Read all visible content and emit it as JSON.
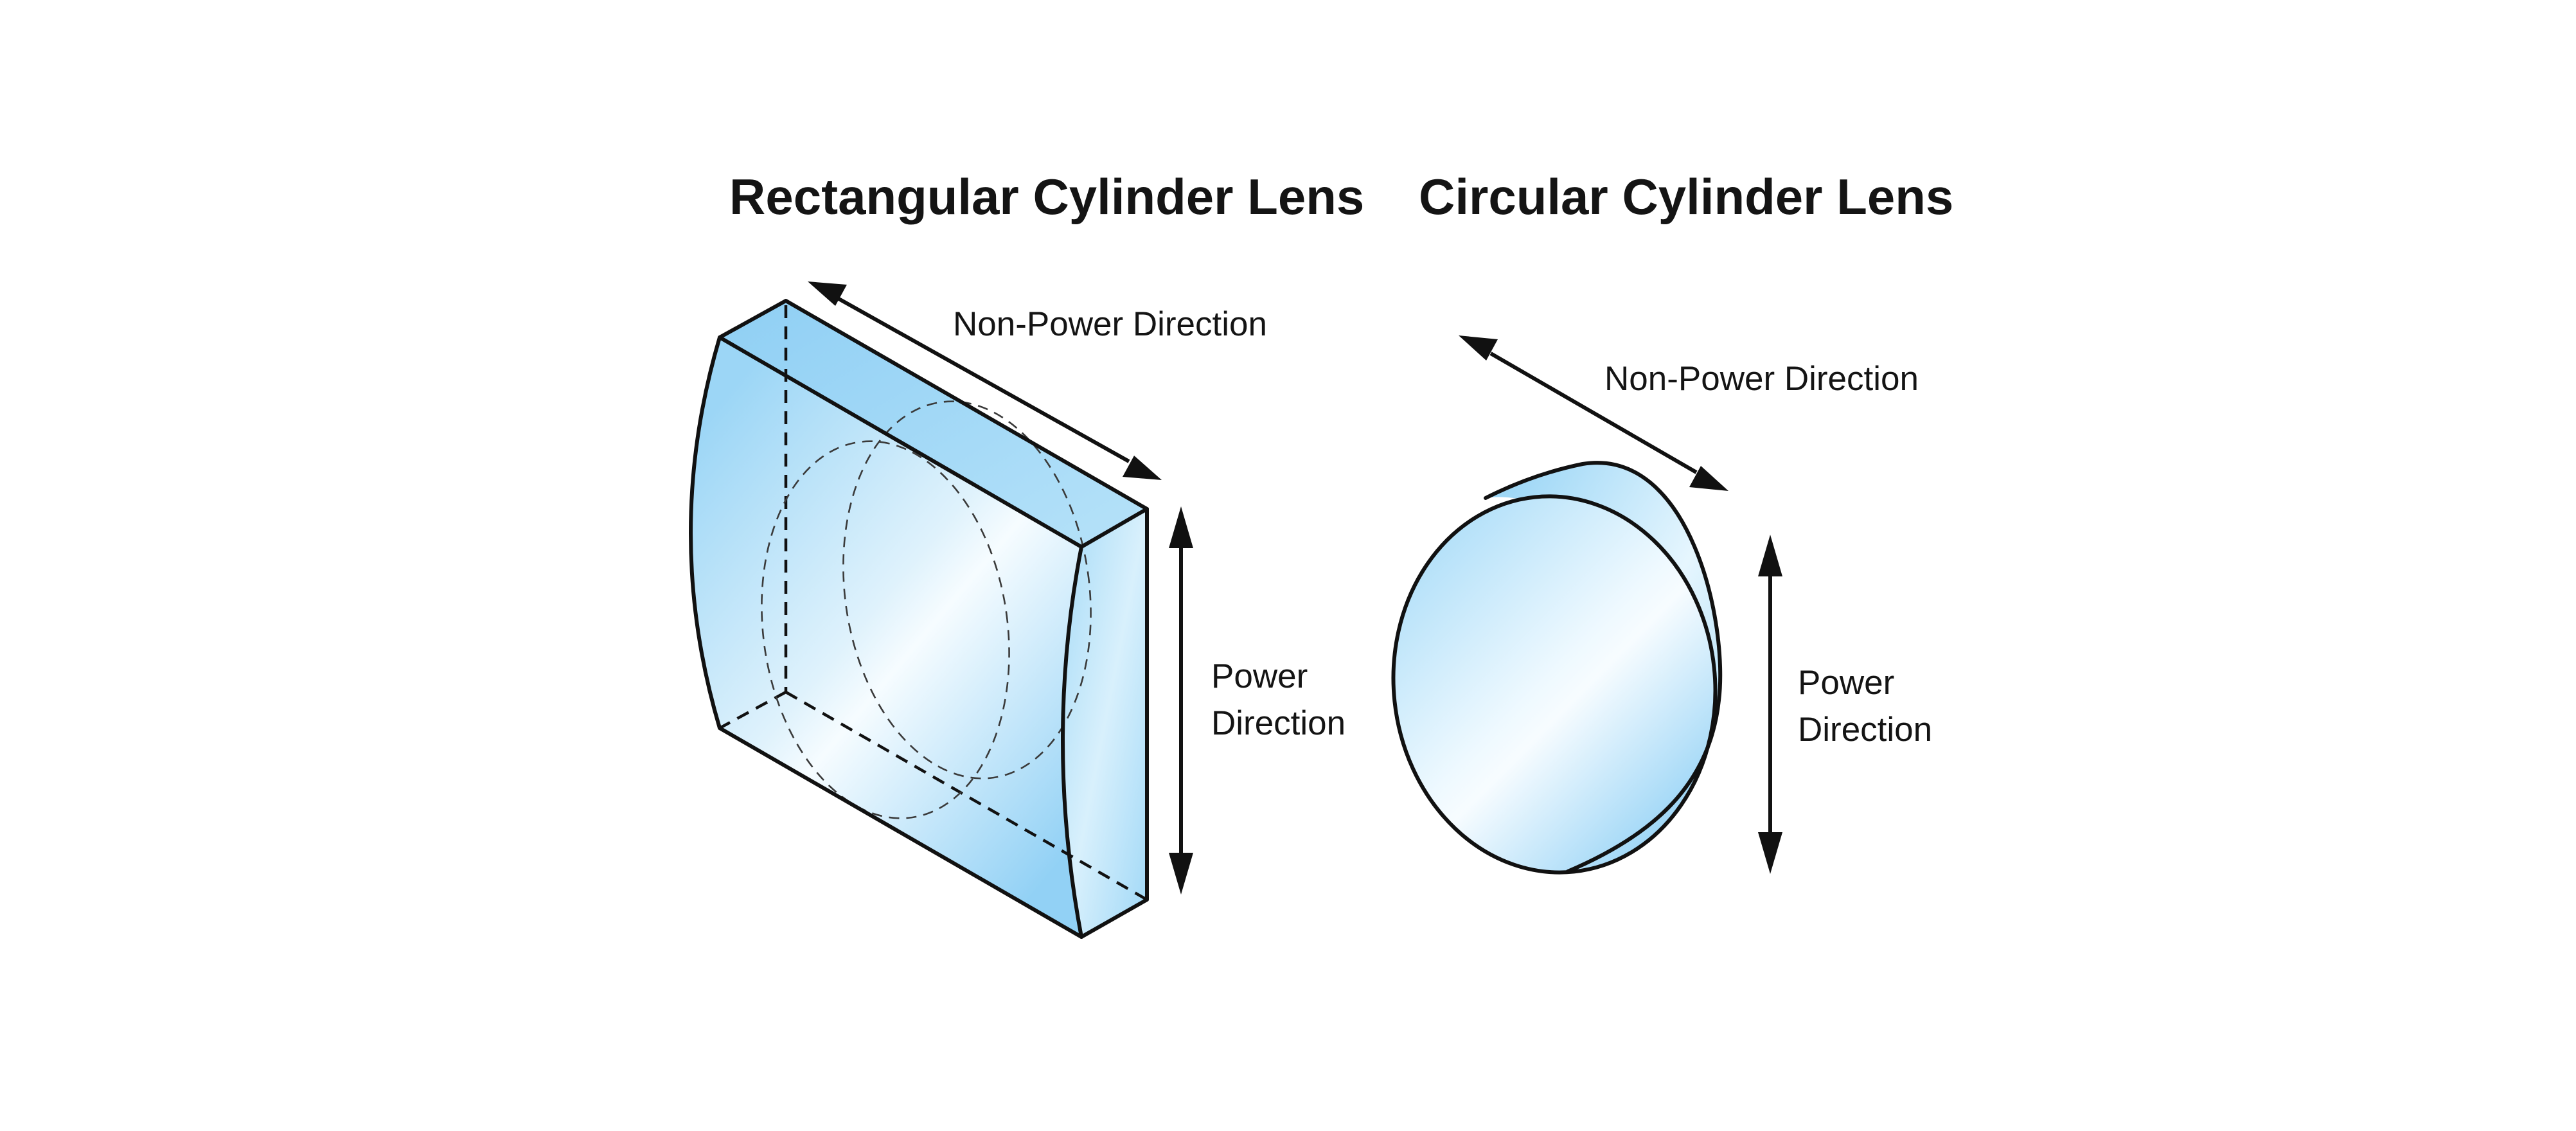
{
  "rectangular": {
    "title": "Rectangular Cylinder Lens",
    "non_power_label": "Non-Power Direction",
    "power_label_line1": "Power",
    "power_label_line2": "Direction"
  },
  "circular": {
    "title": "Circular Cylinder Lens",
    "non_power_label": "Non-Power Direction",
    "power_label_line1": "Power",
    "power_label_line2": "Direction"
  },
  "colors": {
    "lens_face_light": "#f4fbff",
    "lens_face_blue": "#9fd8f7",
    "lens_edge_blue": "#8fd0f5",
    "outline": "#111111",
    "text": "#141414"
  }
}
